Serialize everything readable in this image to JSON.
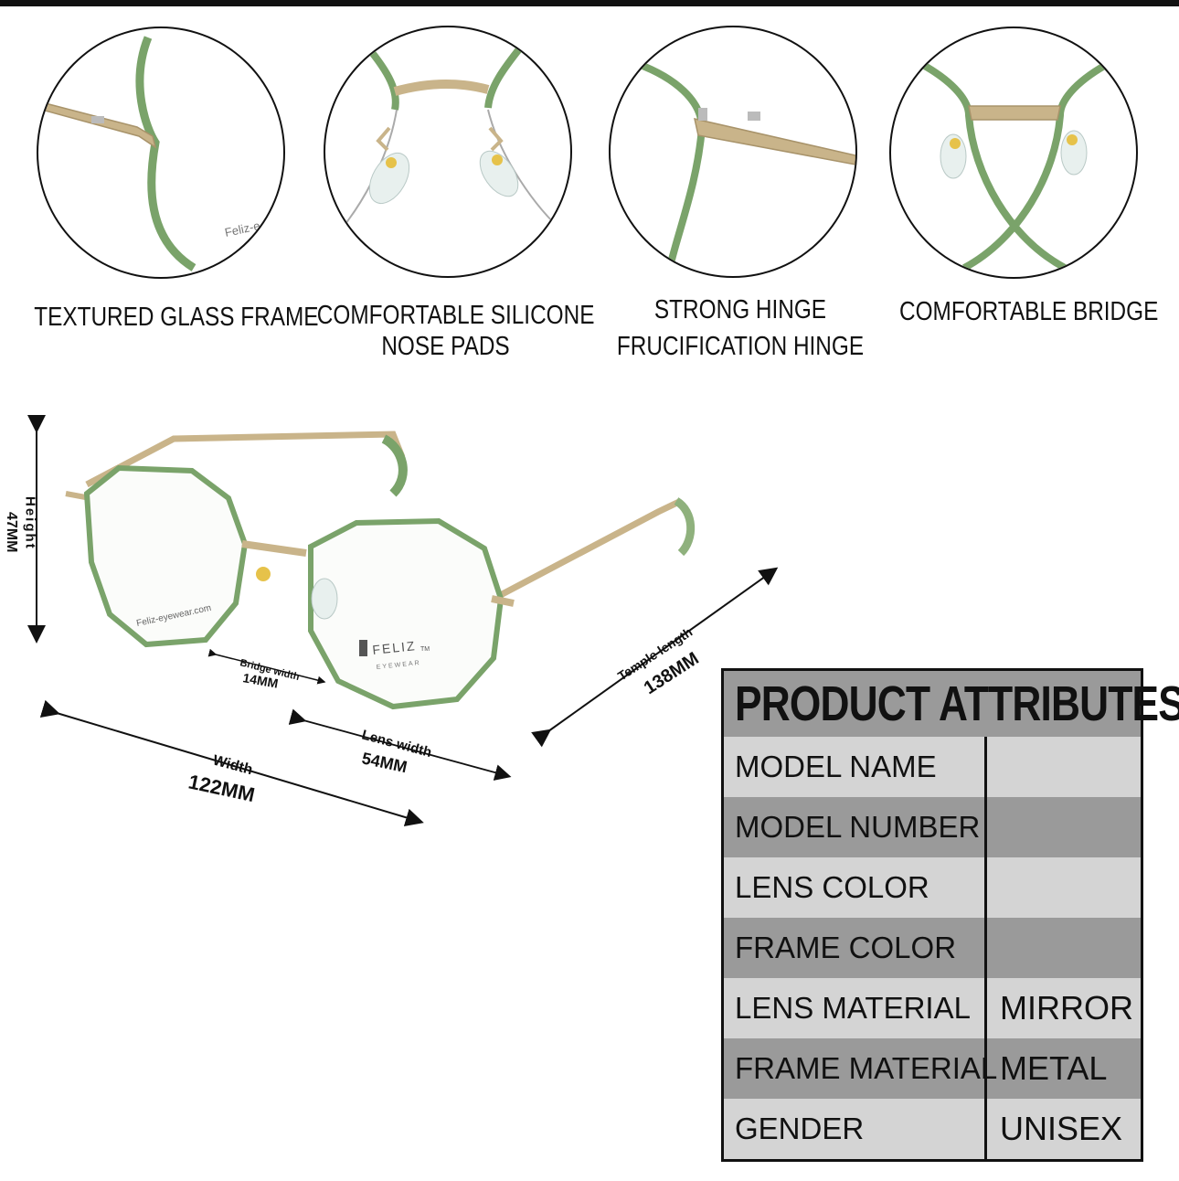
{
  "features": [
    {
      "id": "frame",
      "lines": [
        "TEXTURED GLASS FRAME"
      ]
    },
    {
      "id": "nosepads",
      "lines": [
        "COMFORTABLE SILICONE",
        "NOSE PADS"
      ]
    },
    {
      "id": "hinge",
      "lines": [
        "STRONG HINGE",
        "FRUCIFICATION HINGE"
      ]
    },
    {
      "id": "bridge",
      "lines": [
        "COMFORTABLE BRIDGE"
      ]
    }
  ],
  "product_image": {
    "lens_brand_text": "Feliz-eyewear.com",
    "logo_text": "FELIZ",
    "logo_sub": "EYEWEAR",
    "logo_tm": "TM",
    "closeup_brand_text": "Feliz-e"
  },
  "dimensions": {
    "height": {
      "label": "Height",
      "value": "47MM"
    },
    "bridge_width": {
      "label": "Bridge width",
      "value": "14MM"
    },
    "lens_width": {
      "label": "Lens width",
      "value": "54MM"
    },
    "width": {
      "label": "Width",
      "value": "122MM"
    },
    "temple_length": {
      "label": "Temple length",
      "value": "138MM"
    }
  },
  "colors": {
    "frame_green": "#7aa36a",
    "metal_gold": "#c9b48a",
    "table_light": "#d4d4d4",
    "table_dark": "#9a9a9a"
  },
  "attributes": {
    "title": "PRODUCT ATTRIBUTES",
    "rows": [
      {
        "key": "MODEL NAME",
        "value": ""
      },
      {
        "key": "MODEL NUMBER",
        "value": ""
      },
      {
        "key": "LENS COLOR",
        "value": ""
      },
      {
        "key": "FRAME COLOR",
        "value": ""
      },
      {
        "key": "LENS MATERIAL",
        "value": "MIRROR"
      },
      {
        "key": "FRAME MATERIAL",
        "value": "METAL"
      },
      {
        "key": "GENDER",
        "value": "UNISEX"
      }
    ]
  }
}
